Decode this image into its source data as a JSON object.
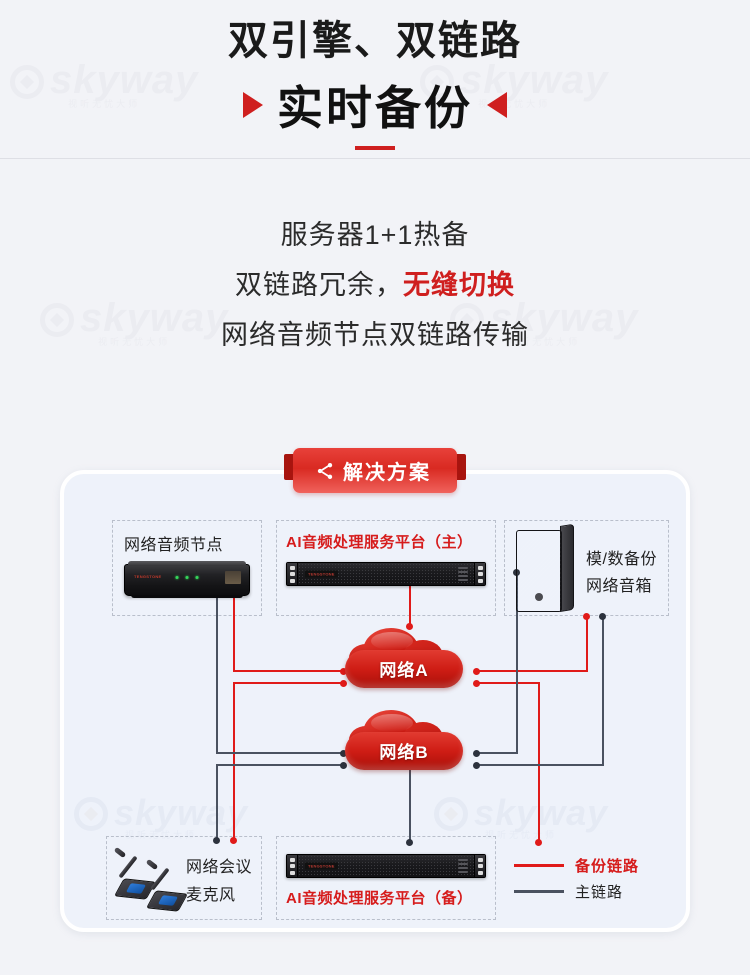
{
  "header": {
    "line1": "双引擎、双链路",
    "line2": "实时备份",
    "marker_left_icon": "triangle-right-icon",
    "marker_right_icon": "triangle-left-icon"
  },
  "subtitle": {
    "line1": "服务器1+1热备",
    "line2_a": "双链路冗余，",
    "line2_b": "无缝切换",
    "line3": "网络音频节点双链路传输"
  },
  "badge": {
    "label": "解决方案",
    "icon": "share-nodes-icon",
    "color": "#d92a22"
  },
  "watermark": {
    "text": "skyway",
    "sub": "视听无忧大师"
  },
  "diagram": {
    "boxes": {
      "node": {
        "label": "网络音频节点",
        "device": "network-audio-node-device"
      },
      "main_platform": {
        "label": "AI音频处理服务平台（主）",
        "device": "rack-server-device"
      },
      "speaker": {
        "label_line1": "模/数备份",
        "label_line2": "网络音箱",
        "device": "network-speaker-device"
      },
      "microphone": {
        "label_line1": "网络会议",
        "label_line2": "麦克风",
        "device": "conference-microphone-device"
      },
      "backup_platform": {
        "label": "AI音频处理服务平台（备）",
        "device": "rack-server-device"
      }
    },
    "clouds": [
      {
        "label": "网络A"
      },
      {
        "label": "网络B"
      }
    ],
    "legend": [
      {
        "label": "备份链路",
        "color": "#e01b19"
      },
      {
        "label": "主链路",
        "color": "#4a5260"
      }
    ]
  },
  "colors": {
    "accent_red": "#cf1f1f",
    "link_backup": "#e01b19",
    "link_main": "#4a5260",
    "page_bg": "#f2f3f7",
    "panel_bg": "#eef2fa"
  }
}
